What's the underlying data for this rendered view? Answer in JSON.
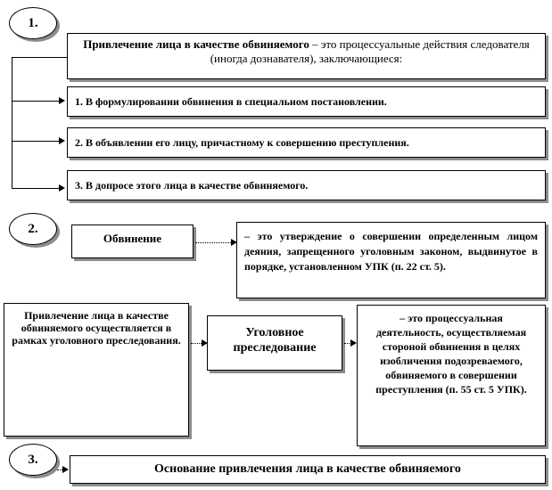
{
  "section1": {
    "number": "1.",
    "header_term": "Привлечение лица в качестве обвиняемого",
    "header_rest": " – это процессуальные действия следователя (иногда дознавателя), заключающиеся:",
    "items": [
      "1. В формулировании обвинения в специальном постановлении.",
      "2. В объявлении его лицу, причастному к совершению преступления.",
      "3. В допросе этого лица в качестве обвиняемого."
    ]
  },
  "section2": {
    "number": "2.",
    "term": "Обвинение",
    "definition": "– это утверждение о совершении определенным лицом деяния, запрещенного уголовным законом, выдвинутое в порядке, установленном УПК (п. 22 ст. 5).",
    "left_text": "Привлечение лица в качестве обвиняемого осуществляется в рамках уголовного преследования.",
    "middle_term": "Уголовное преследование",
    "right_text": "– это процессуальная деятельность, осуществляемая стороной обвинения в целях изобличения подозреваемого, обвиняемого в совершении преступления (п. 55 ст. 5 УПК)."
  },
  "section3": {
    "number": "3.",
    "title": "Основание привлечения лица в качестве обвиняемого"
  }
}
